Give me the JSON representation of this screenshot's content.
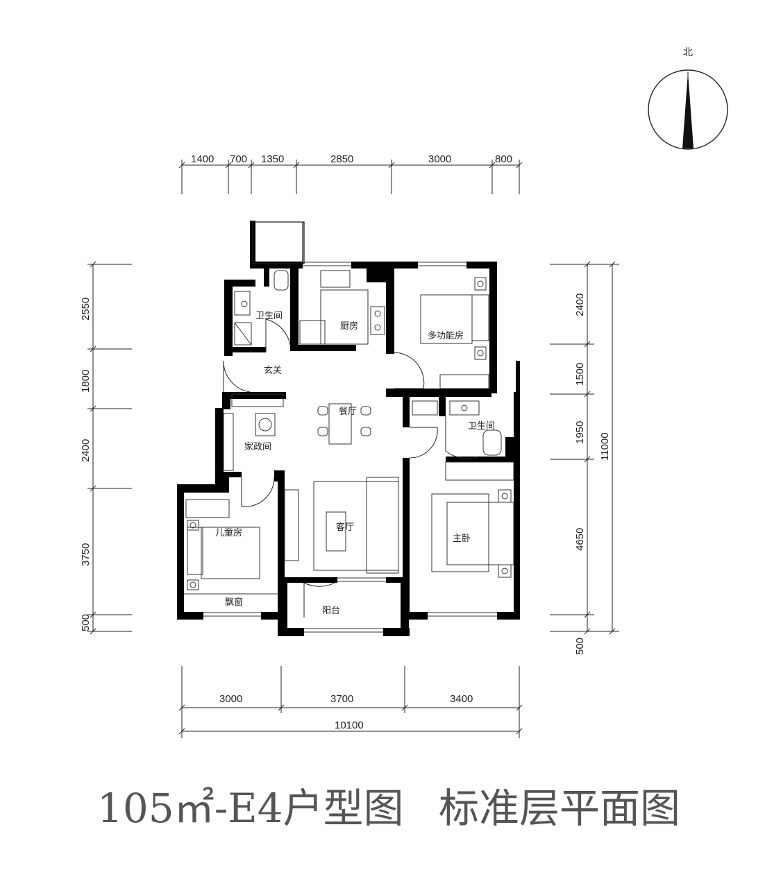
{
  "north_label": "北",
  "top_dims": [
    "1400",
    "700",
    "1350",
    "2850",
    "3000",
    "800"
  ],
  "left_dims": [
    "2550",
    "1800",
    "2400",
    "3750",
    "500"
  ],
  "right_dims": [
    "2400",
    "1500",
    "1950",
    "4650",
    "500"
  ],
  "right_total": "11000",
  "bottom_dims": [
    "3000",
    "3700",
    "3400"
  ],
  "bottom_total": "10100",
  "rooms": {
    "bathroom_1": "卫生间",
    "kitchen": "厨房",
    "multi_room": "多功能房",
    "entrance": "玄关",
    "dining": "餐厅",
    "bathroom_2": "卫生间",
    "utility": "家政间",
    "living": "客厅",
    "master": "主卧",
    "child": "儿童房",
    "bay_window": "飘窗",
    "balcony": "阳台"
  },
  "title_left": "105㎡-E4户型图",
  "title_right": "标准层平面图"
}
